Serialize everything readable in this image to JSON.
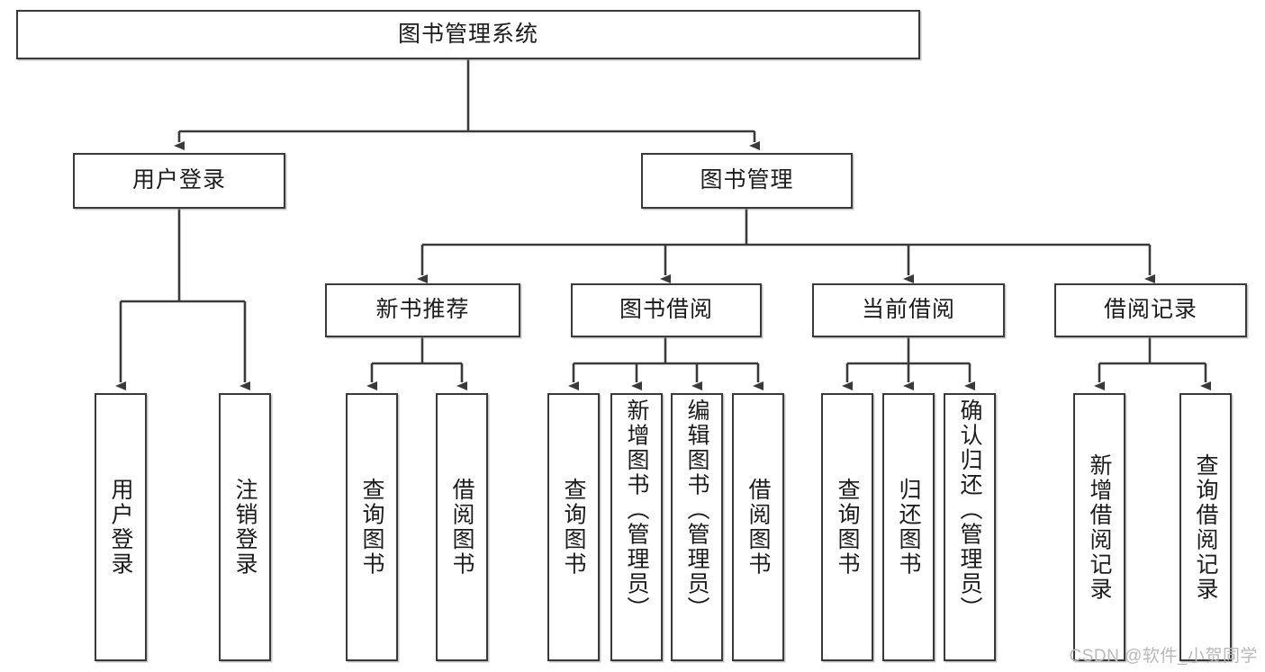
{
  "diagram": {
    "title": "图书管理系统",
    "type": "tree-hierarchy",
    "root": {
      "id": "root",
      "label": "图书管理系统"
    },
    "level1": [
      {
        "id": "user-login",
        "label": "用户登录"
      },
      {
        "id": "book-manage",
        "label": "图书管理"
      }
    ],
    "level2": [
      {
        "id": "new-book-rec",
        "label": "新书推荐",
        "parent": "book-manage"
      },
      {
        "id": "book-borrow",
        "label": "图书借阅",
        "parent": "book-manage"
      },
      {
        "id": "current-borrow",
        "label": "当前借阅",
        "parent": "book-manage"
      },
      {
        "id": "borrow-record",
        "label": "借阅记录",
        "parent": "book-manage"
      }
    ],
    "leaves": {
      "user-login": [
        {
          "id": "leaf-user-login",
          "label": "用户登录"
        },
        {
          "id": "leaf-logout",
          "label": "注销登录"
        }
      ],
      "new-book-rec": [
        {
          "id": "leaf-query-book-1",
          "label": "查询图书"
        },
        {
          "id": "leaf-borrow-book-1",
          "label": "借阅图书"
        }
      ],
      "book-borrow": [
        {
          "id": "leaf-query-book-2",
          "label": "查询图书"
        },
        {
          "id": "leaf-add-book",
          "label": "新增图书（管理员）"
        },
        {
          "id": "leaf-edit-book",
          "label": "编辑图书（管理员）"
        },
        {
          "id": "leaf-borrow-book-2",
          "label": "借阅图书"
        }
      ],
      "current-borrow": [
        {
          "id": "leaf-query-book-3",
          "label": "查询图书"
        },
        {
          "id": "leaf-return-book",
          "label": "归还图书"
        },
        {
          "id": "leaf-confirm-return",
          "label": "确认归还（管理员）"
        }
      ],
      "borrow-record": [
        {
          "id": "leaf-add-record",
          "label": "新增借阅记录"
        },
        {
          "id": "leaf-query-record",
          "label": "查询借阅记录"
        }
      ]
    }
  },
  "watermark": {
    "text": "CSDN @软件_小贺同学"
  },
  "colors": {
    "stroke": "#3a3a3a",
    "text": "#1c1c1c",
    "background": "#ffffff",
    "watermark": "#b9b9b9"
  }
}
